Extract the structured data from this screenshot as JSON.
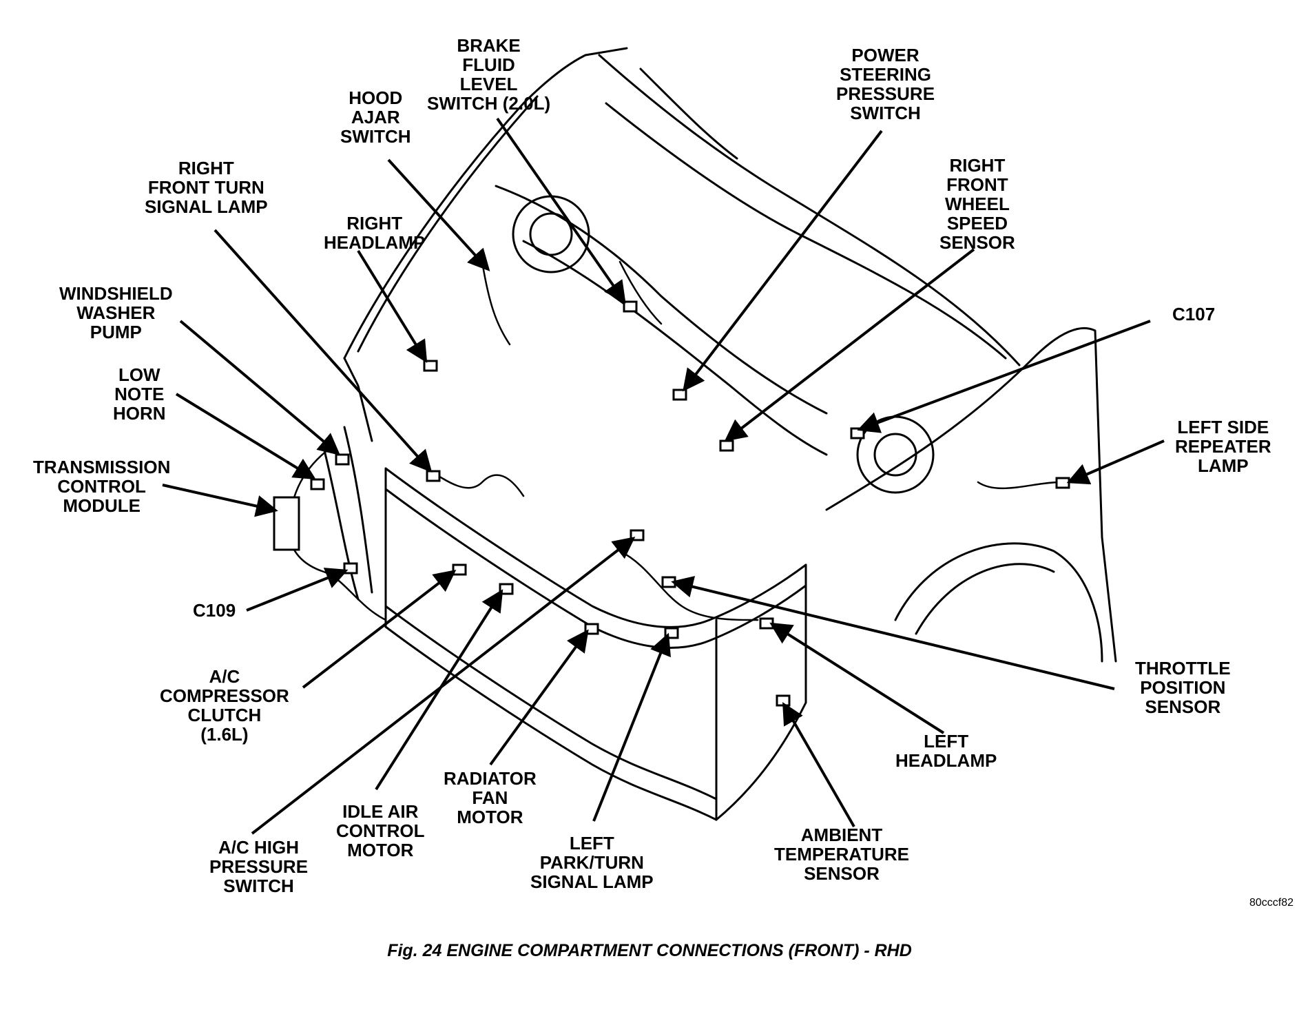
{
  "labels": {
    "brake_fluid": [
      "BRAKE",
      "FLUID",
      "LEVEL",
      "SWITCH (2.0L)"
    ],
    "power_steering": [
      "POWER",
      "STEERING",
      "PRESSURE",
      "SWITCH"
    ],
    "hood_ajar": [
      "HOOD",
      "AJAR",
      "SWITCH"
    ],
    "right_front_turn": [
      "RIGHT",
      "FRONT TURN",
      "SIGNAL LAMP"
    ],
    "right_front_wheel": [
      "RIGHT",
      "FRONT",
      "WHEEL",
      "SPEED",
      "SENSOR"
    ],
    "right_headlamp": [
      "RIGHT",
      "HEADLAMP"
    ],
    "windshield_washer": [
      "WINDSHIELD",
      "WASHER",
      "PUMP"
    ],
    "c107": [
      "C107"
    ],
    "low_note_horn": [
      "LOW",
      "NOTE",
      "HORN"
    ],
    "left_side_repeater": [
      "LEFT SIDE",
      "REPEATER",
      "LAMP"
    ],
    "tcm": [
      "TRANSMISSION",
      "CONTROL",
      "MODULE"
    ],
    "c109": [
      "C109"
    ],
    "throttle": [
      "THROTTLE",
      "POSITION",
      "SENSOR"
    ],
    "ac_clutch": [
      "A/C",
      "COMPRESSOR",
      "CLUTCH",
      "(1.6L)"
    ],
    "left_headlamp": [
      "LEFT",
      "HEADLAMP"
    ],
    "radiator_fan": [
      "RADIATOR",
      "FAN",
      "MOTOR"
    ],
    "idle_air": [
      "IDLE AIR",
      "CONTROL",
      "MOTOR"
    ],
    "ambient_temp": [
      "AMBIENT",
      "TEMPERATURE",
      "SENSOR"
    ],
    "left_park_turn": [
      "LEFT",
      "PARK/TURN",
      "SIGNAL LAMP"
    ],
    "ac_high_pressure": [
      "A/C HIGH",
      "PRESSURE",
      "SWITCH"
    ]
  },
  "figure_code": "80cccf82",
  "caption": "Fig. 24 ENGINE COMPARTMENT CONNECTIONS (FRONT) - RHD"
}
